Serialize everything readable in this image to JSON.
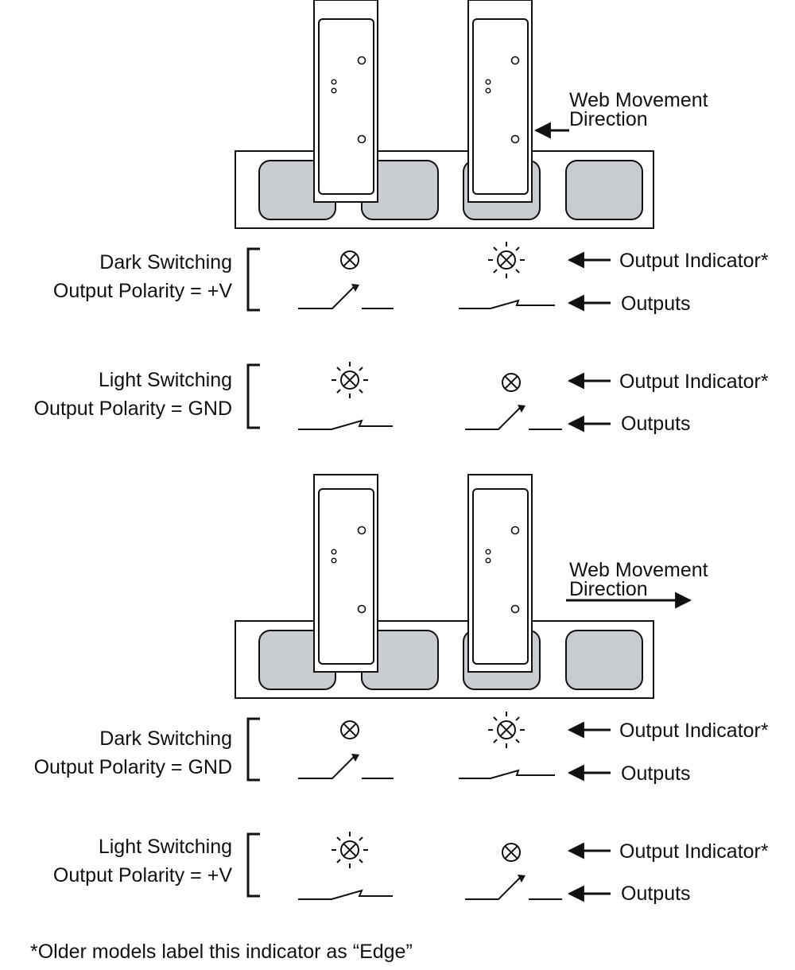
{
  "top_panel": {
    "direction_label_line1": "Web Movement",
    "direction_label_line2": "Direction",
    "direction": "left",
    "row1": {
      "label_line1": "Dark Switching",
      "label_line2": "Output Polarity = +V",
      "left_indicator": "off",
      "right_indicator": "on",
      "left_switch": "open",
      "right_switch": "closed",
      "indicator_callout": "Output Indicator*",
      "outputs_callout": "Outputs"
    },
    "row2": {
      "label_line1": "Light Switching",
      "label_line2": "Output Polarity = GND",
      "left_indicator": "on",
      "right_indicator": "off",
      "left_switch": "closed",
      "right_switch": "open",
      "indicator_callout": "Output Indicator*",
      "outputs_callout": "Outputs"
    }
  },
  "bottom_panel": {
    "direction_label_line1": "Web Movement",
    "direction_label_line2": "Direction",
    "direction": "right",
    "row1": {
      "label_line1": "Dark Switching",
      "label_line2": "Output Polarity = GND",
      "left_indicator": "off",
      "right_indicator": "on",
      "left_switch": "open",
      "right_switch": "closed",
      "indicator_callout": "Output Indicator*",
      "outputs_callout": "Outputs"
    },
    "row2": {
      "label_line1": "Light Switching",
      "label_line2": "Output Polarity = +V",
      "left_indicator": "on",
      "right_indicator": "off",
      "left_switch": "closed",
      "right_switch": "open",
      "indicator_callout": "Output Indicator*",
      "outputs_callout": "Outputs"
    }
  },
  "footnote": "*Older models label this indicator as “Edge”",
  "colors": {
    "line": "#111111",
    "web_hole": "#c8cbd0",
    "background": "#ffffff"
  }
}
